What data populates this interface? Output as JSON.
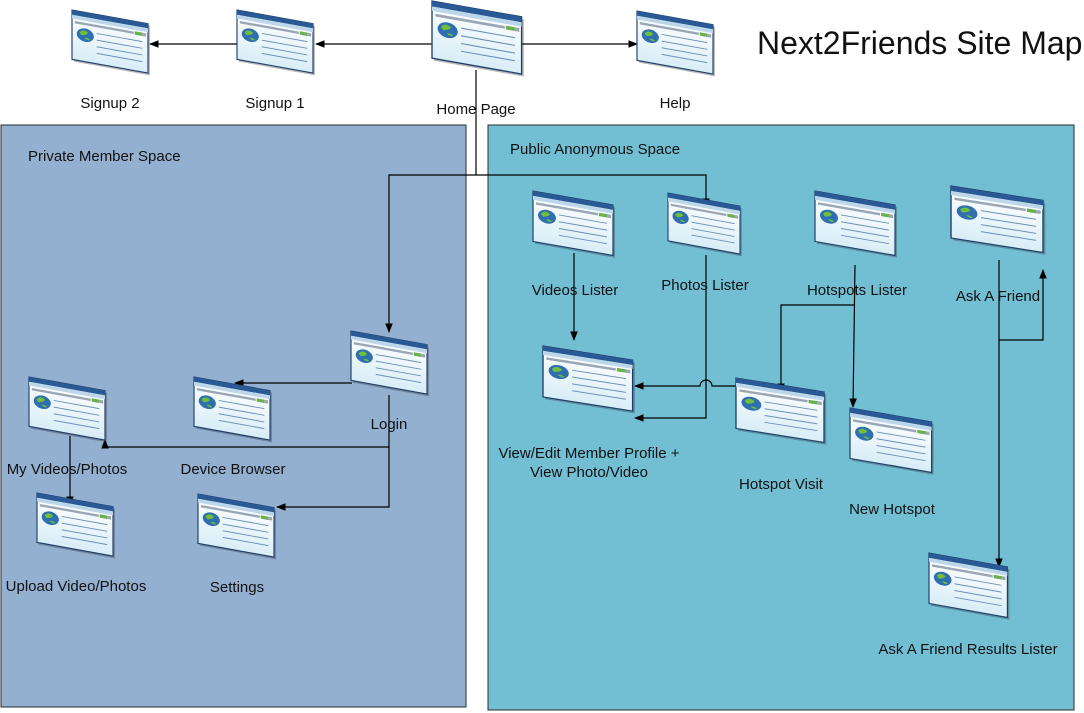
{
  "title": "Next2Friends Site Map",
  "zones": {
    "private": {
      "label": "Private Member Space",
      "color": "#94b0d0"
    },
    "public": {
      "label": "Public Anonymous Space",
      "color": "#72bfd4"
    }
  },
  "pages": {
    "signup2": "Signup 2",
    "signup1": "Signup 1",
    "home": "Home Page",
    "help": "Help",
    "login": "Login",
    "my_videos": "My Videos/Photos",
    "device_browser": "Device Browser",
    "upload": "Upload Video/Photos",
    "settings": "Settings",
    "videos_lister": "Videos Lister",
    "photos_lister": "Photos Lister",
    "hotspots_lister": "Hotspots Lister",
    "ask_friend": "Ask A Friend",
    "member_profile_line1": "View/Edit Member Profile +",
    "member_profile_line2": "View Photo/Video",
    "hotspot_visit": "Hotspot Visit",
    "new_hotspot": "New Hotspot",
    "ask_friend_results": "Ask A Friend Results Lister"
  },
  "icon_name": "browser-window-icon"
}
